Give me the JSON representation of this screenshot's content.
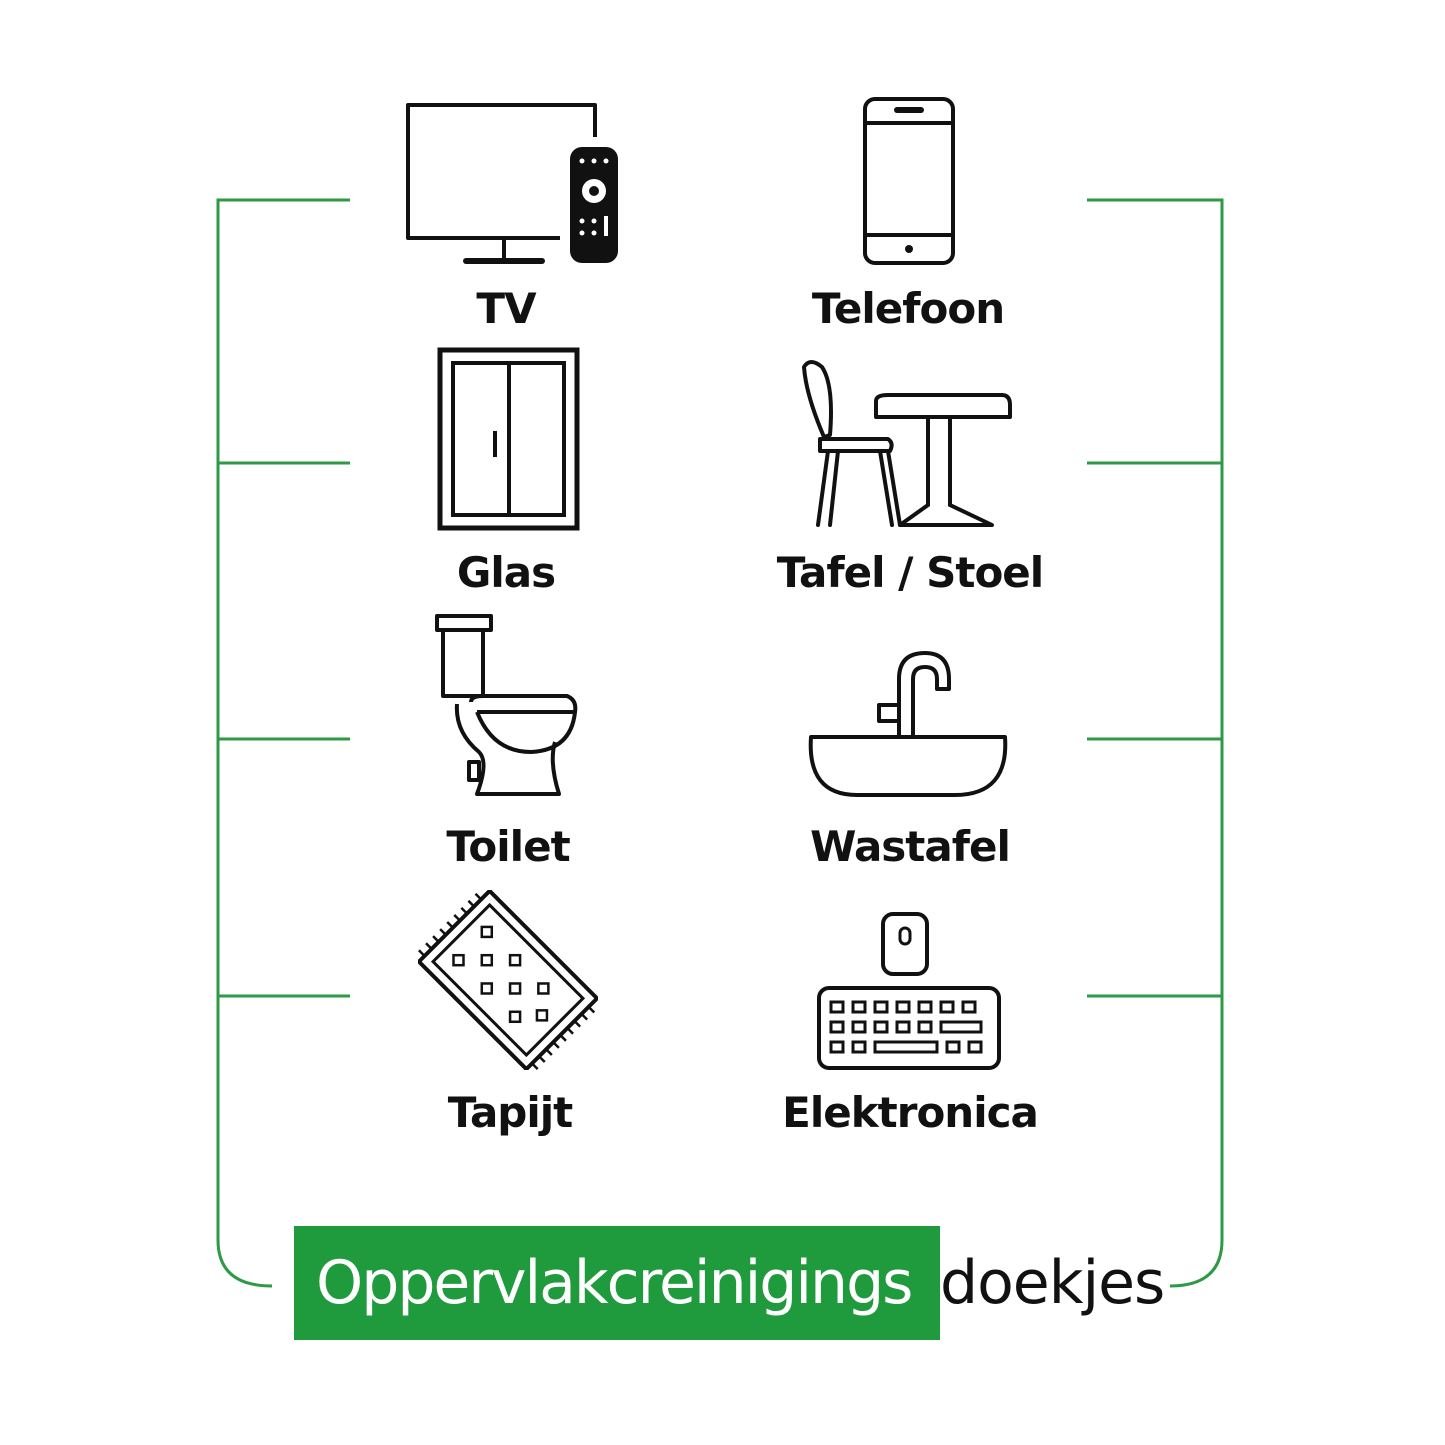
{
  "colors": {
    "accent": "#1f9a3c",
    "line": "#2e9a45",
    "icon": "#111111"
  },
  "items": [
    {
      "label": "TV",
      "icon": "tv-remote-icon"
    },
    {
      "label": "Telefoon",
      "icon": "smartphone-icon"
    },
    {
      "label": "Glas",
      "icon": "glass-door-icon"
    },
    {
      "label": "Tafel / Stoel",
      "icon": "table-chair-icon"
    },
    {
      "label": "Toilet",
      "icon": "toilet-icon"
    },
    {
      "label": "Wastafel",
      "icon": "sink-icon"
    },
    {
      "label": "Tapijt",
      "icon": "rug-icon"
    },
    {
      "label": "Elektronica",
      "icon": "keyboard-mouse-icon"
    }
  ],
  "banner": {
    "highlight": "Oppervlakcreinigings",
    "rest": "doekjes"
  }
}
